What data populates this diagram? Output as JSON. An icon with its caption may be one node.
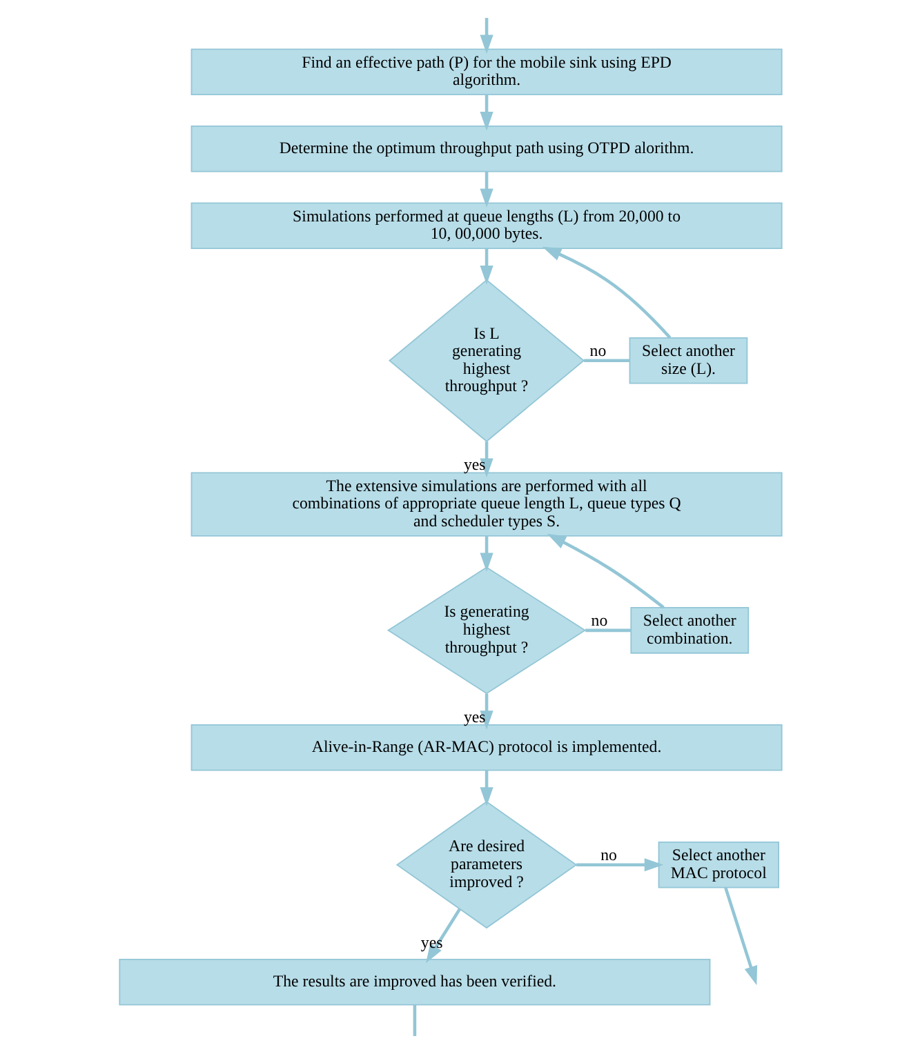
{
  "diagram": {
    "nodes": [
      {
        "text": [
          "Find an effective path (P) for the mobile sink using EPD algorithm."
        ]
      },
      {
        "text": [
          "Determine the optimum throughput path using OTPD alorithm."
        ]
      },
      {
        "text": [
          "Simulations performed at queue lengths (L) from 20,000 to 10, 00,000 bytes."
        ]
      },
      {
        "text": [
          "Is L generating highest throughput ?"
        ]
      },
      {
        "text": [
          "Select another size (L)."
        ]
      },
      {
        "text": [
          "The extensive simulations are performed with all combinations of appropriate queue length L, queue types Q and scheduler types S."
        ]
      },
      {
        "text": [
          "Is generating highest throughput ?"
        ]
      },
      {
        "text": [
          "Select another combination."
        ]
      },
      {
        "text": [
          "Alive-in-Range (AR-MAC) protocol is implemented."
        ]
      },
      {
        "text": [
          "Are desired parameters improved ?"
        ]
      },
      {
        "text": [
          "Select another MAC protocol"
        ]
      },
      {
        "text": [
          "The results are improved has been verified."
        ]
      }
    ],
    "edges": [
      {
        "from": null,
        "to": 0,
        "arrow": "to"
      },
      {
        "from": 0,
        "to": 1,
        "arrow": "to"
      },
      {
        "from": 1,
        "to": 2,
        "arrow": "to"
      },
      {
        "from": 2,
        "to": 3,
        "arrow": "to"
      },
      {
        "from": 3,
        "to": 4,
        "arrow": "none",
        "label": "no"
      },
      {
        "from": 4,
        "to": 2,
        "arrow": "to"
      },
      {
        "from": 3,
        "to": 5,
        "arrow": "to",
        "label": "yes"
      },
      {
        "from": 7,
        "to": 5,
        "arrow": "to"
      },
      {
        "from": 5,
        "to": 6,
        "arrow": "to"
      },
      {
        "from": 6,
        "to": 7,
        "arrow": "none",
        "label": "no"
      },
      {
        "from": 6,
        "to": 8,
        "arrow": "to",
        "label": "yes"
      },
      {
        "from": 8,
        "to": 9,
        "arrow": "to"
      },
      {
        "from": 9,
        "to": 10,
        "arrow": "to",
        "label": "no"
      },
      {
        "from": 9,
        "to": 11,
        "arrow": "to",
        "label": "yes"
      },
      {
        "from": 10,
        "to": null,
        "arrow": "to"
      },
      {
        "from": 11,
        "to": null,
        "arrow": "none"
      }
    ]
  }
}
